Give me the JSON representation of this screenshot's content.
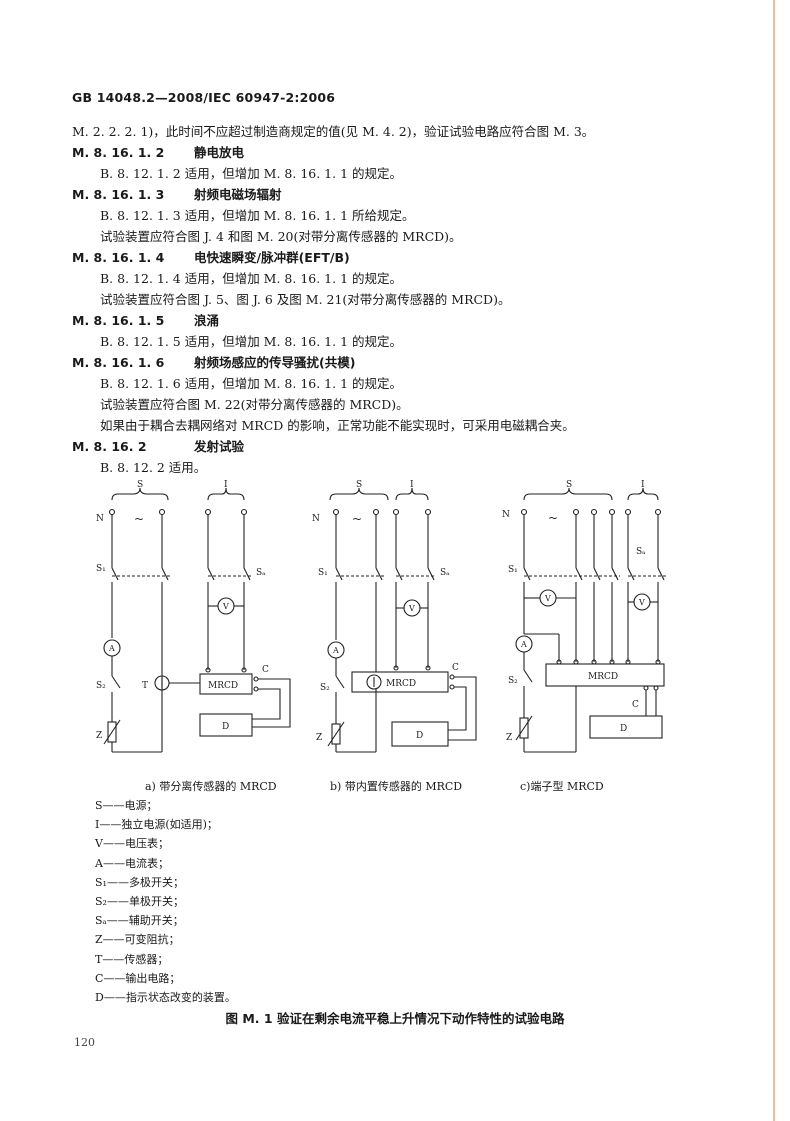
{
  "header": "GB 14048.2—2008/IEC 60947-2:2006",
  "lines": [
    {
      "type": "p",
      "text": "M. 2. 2. 2. 1)，此时间不应超过制造商规定的值(见 M. 4. 2)，验证试验电路应符合图 M. 3。"
    },
    {
      "type": "h",
      "num": "M. 8. 16. 1. 2",
      "title": "静电放电"
    },
    {
      "type": "i",
      "text": "B. 8. 12. 1. 2 适用，但增加 M. 8. 16. 1. 1 的规定。"
    },
    {
      "type": "h",
      "num": "M. 8. 16. 1. 3",
      "title": "射频电磁场辐射"
    },
    {
      "type": "i",
      "text": "B. 8. 12. 1. 3 适用，但增加 M. 8. 16. 1. 1 所给规定。"
    },
    {
      "type": "i",
      "text": "试验装置应符合图 J. 4 和图 M. 20(对带分离传感器的 MRCD)。"
    },
    {
      "type": "h",
      "num": "M. 8. 16. 1. 4",
      "title": "电快速瞬变/脉冲群(EFT/B)"
    },
    {
      "type": "i",
      "text": "B. 8. 12. 1. 4 适用，但增加 M. 8. 16. 1. 1 的规定。"
    },
    {
      "type": "i",
      "text": "试验装置应符合图 J. 5、图 J. 6 及图 M. 21(对带分离传感器的 MRCD)。"
    },
    {
      "type": "h",
      "num": "M. 8. 16. 1. 5",
      "title": "浪涌"
    },
    {
      "type": "i",
      "text": "B. 8. 12. 1. 5 适用，但增加 M. 8. 16. 1. 1 的规定。"
    },
    {
      "type": "h",
      "num": "M. 8. 16. 1. 6",
      "title": "射频场感应的传导骚扰(共模)"
    },
    {
      "type": "i",
      "text": "B. 8. 12. 1. 6 适用，但增加 M. 8. 16. 1. 1 的规定。"
    },
    {
      "type": "i",
      "text": "试验装置应符合图 M. 22(对带分离传感器的 MRCD)。"
    },
    {
      "type": "i",
      "text": "如果由于耦合去耦网络对 MRCD 的影响，正常功能不能实现时，可采用电磁耦合夹。"
    },
    {
      "type": "h",
      "num": "M. 8. 16. 2",
      "title": "发射试验"
    },
    {
      "type": "i",
      "text": "B. 8. 12. 2 适用。"
    }
  ],
  "diagram": {
    "labels": {
      "S": "S",
      "I": "I",
      "N": "N",
      "S1": "S₁",
      "Sa": "Sₐ",
      "S2": "S₂",
      "V": "V",
      "A": "A",
      "T": "T",
      "C": "C",
      "D": "D",
      "Z": "Z",
      "MRCD": "MRCD",
      "tilde": "~"
    },
    "captions": {
      "a": "a) 带分离传感器的 MRCD",
      "b": "b) 带内置传感器的 MRCD",
      "c": "c)端子型 MRCD"
    }
  },
  "legend": [
    "S——电源；",
    "I——独立电源(如适用)；",
    "V——电压表；",
    "A——电流表；",
    "S₁——多极开关；",
    "S₂——单极开关；",
    "Sₐ——辅助开关；",
    "Z——可变阻抗；",
    "T——传感器；",
    "C——输出电路；",
    "D——指示状态改变的装置。"
  ],
  "figure_title": "图 M. 1   验证在剩余电流平稳上升情况下动作特性的试验电路",
  "page_number": "120"
}
